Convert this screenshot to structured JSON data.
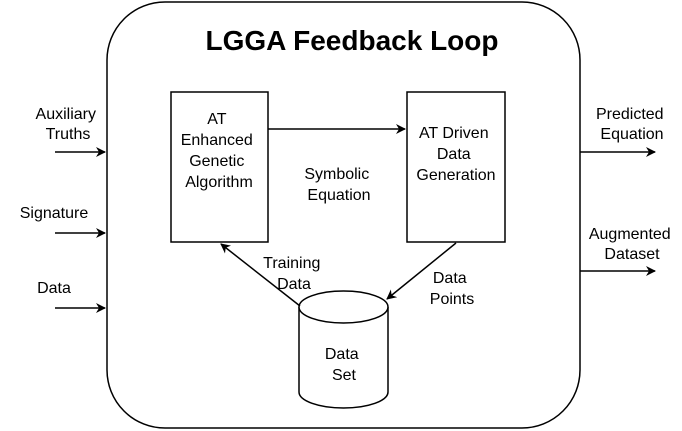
{
  "title": "LGGA Feedback Loop",
  "inputs": {
    "auxiliary_truths": [
      "Auxiliary",
      "Truths"
    ],
    "signature": "Signature",
    "data": "Data"
  },
  "outputs": {
    "predicted_equation": [
      "Predicted",
      "Equation"
    ],
    "augmented_dataset": [
      "Augmented",
      "Dataset"
    ]
  },
  "nodes": {
    "genetic_algorithm": [
      "AT",
      "Enhanced",
      "Genetic",
      "Algorithm"
    ],
    "data_generation": [
      "AT Driven",
      "Data",
      "Generation"
    ],
    "data_set": [
      "Data",
      "Set"
    ]
  },
  "edge_labels": {
    "symbolic_equation": [
      "Symbolic",
      "Equation"
    ],
    "training_data": [
      "Training",
      "Data"
    ],
    "data_points": [
      "Data",
      "Points"
    ]
  },
  "colors": {
    "stroke": "#000000",
    "fill": "#ffffff"
  }
}
